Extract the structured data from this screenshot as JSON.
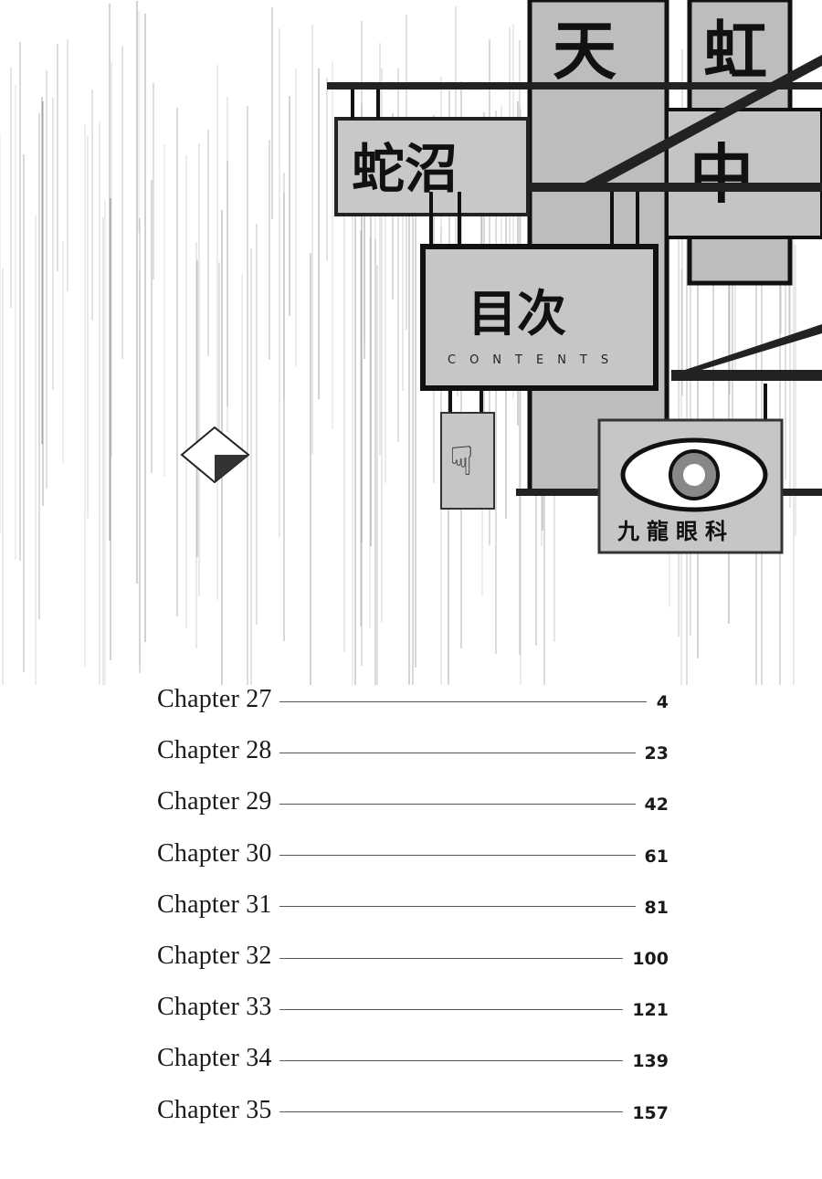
{
  "illustration": {
    "signs": {
      "contents_kanji": "目次",
      "contents_en": "CONTENTS",
      "snake_sign": "蛇沼",
      "tall_sign_top": "天",
      "rainbow_sign": "虹",
      "center_sign": "中",
      "eye_clinic": "九龍眼科"
    }
  },
  "toc": {
    "entries": [
      {
        "title": "Chapter 27",
        "page": "4"
      },
      {
        "title": "Chapter 28",
        "page": "23"
      },
      {
        "title": "Chapter 29",
        "page": "42"
      },
      {
        "title": "Chapter 30",
        "page": "61"
      },
      {
        "title": "Chapter 31",
        "page": "81"
      },
      {
        "title": "Chapter 32",
        "page": "100"
      },
      {
        "title": "Chapter 33",
        "page": "121"
      },
      {
        "title": "Chapter 34",
        "page": "139"
      },
      {
        "title": "Chapter 35",
        "page": "157"
      }
    ]
  }
}
